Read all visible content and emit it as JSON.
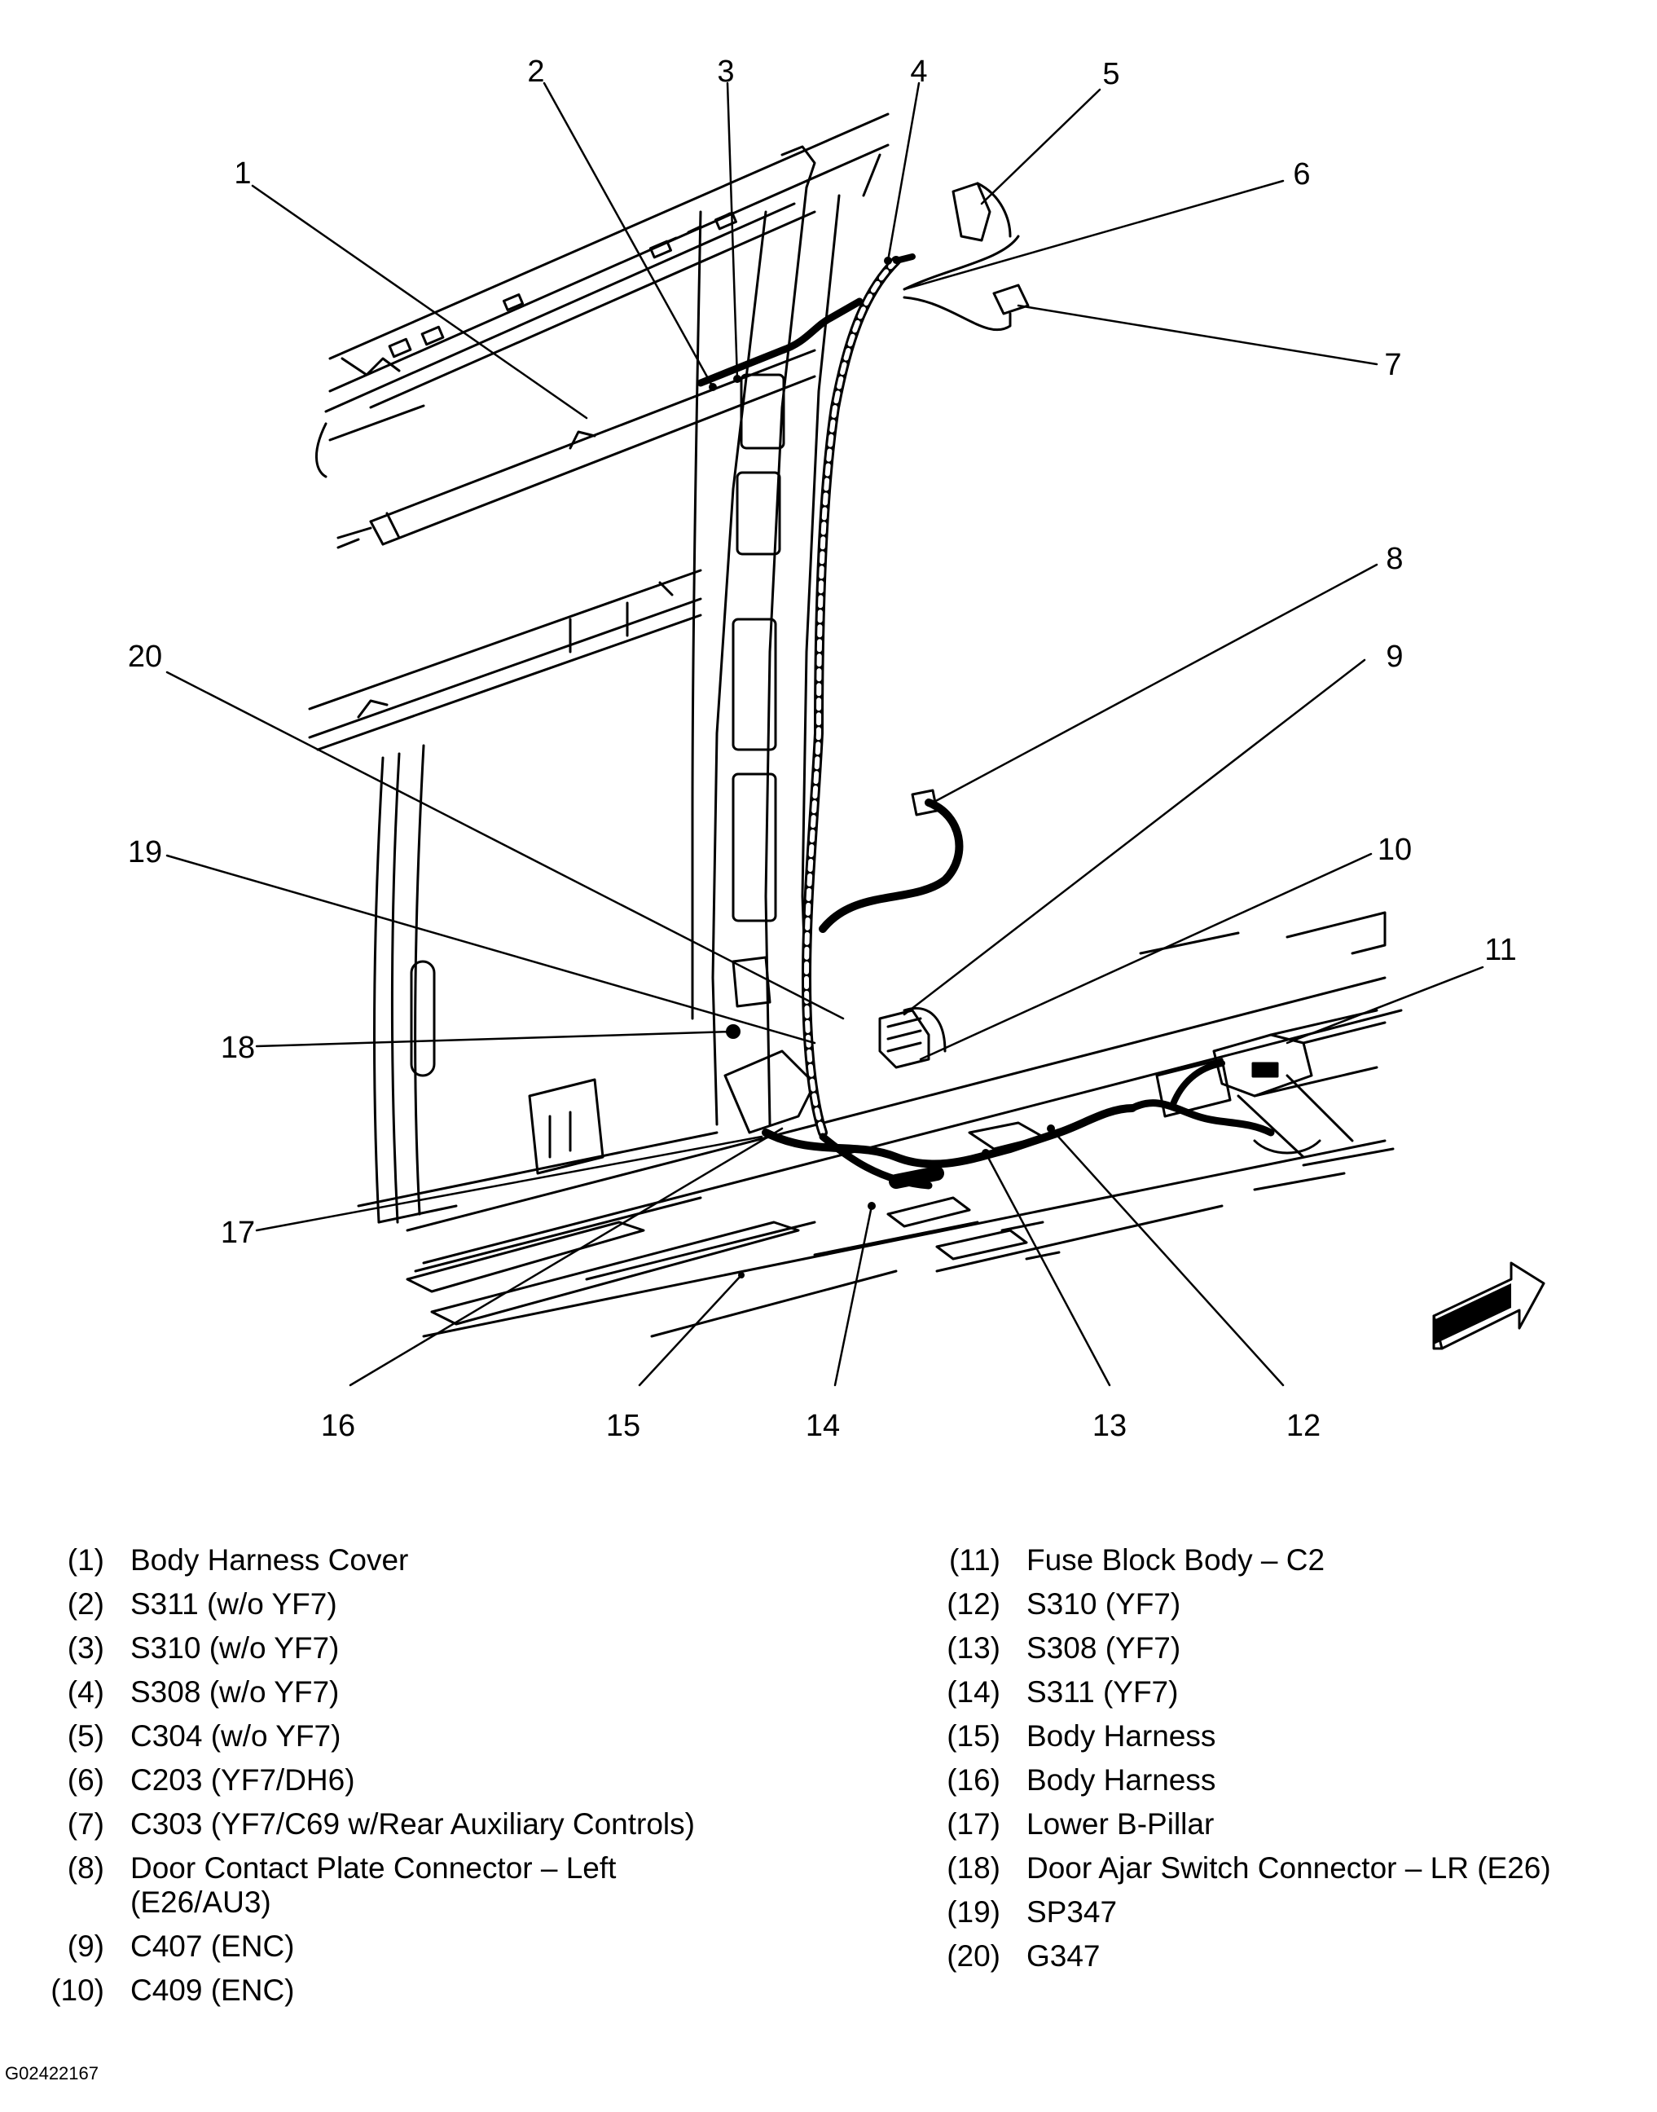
{
  "callouts": [
    "1",
    "2",
    "3",
    "4",
    "5",
    "6",
    "7",
    "8",
    "9",
    "10",
    "11",
    "12",
    "13",
    "14",
    "15",
    "16",
    "17",
    "18",
    "19",
    "20"
  ],
  "legend": [
    {
      "num": "(1)",
      "text": "Body Harness Cover"
    },
    {
      "num": "(2)",
      "text": "S311 (w/o YF7)"
    },
    {
      "num": "(3)",
      "text": "S310 (w/o YF7)"
    },
    {
      "num": "(4)",
      "text": "S308 (w/o YF7)"
    },
    {
      "num": "(5)",
      "text": "C304 (w/o YF7)"
    },
    {
      "num": "(6)",
      "text": "C203 (YF7/DH6)"
    },
    {
      "num": "(7)",
      "text": "C303 (YF7/C69 w/Rear Auxiliary Controls)"
    },
    {
      "num": "(8)",
      "text": "Door Contact Plate Connector – Left\n(E26/AU3)"
    },
    {
      "num": "(9)",
      "text": "C407 (ENC)"
    },
    {
      "num": "(10)",
      "text": "C409 (ENC)"
    },
    {
      "num": "(11)",
      "text": "Fuse Block Body – C2"
    },
    {
      "num": "(12)",
      "text": "S310 (YF7)"
    },
    {
      "num": "(13)",
      "text": "S308 (YF7)"
    },
    {
      "num": "(14)",
      "text": "S311 (YF7)"
    },
    {
      "num": "(15)",
      "text": "Body Harness"
    },
    {
      "num": "(16)",
      "text": "Body Harness"
    },
    {
      "num": "(17)",
      "text": "Lower B-Pillar"
    },
    {
      "num": "(18)",
      "text": "Door Ajar Switch Connector – LR (E26)"
    },
    {
      "num": "(19)",
      "text": "SP347"
    },
    {
      "num": "(20)",
      "text": "G347"
    }
  ],
  "figure_id": "G02422167"
}
